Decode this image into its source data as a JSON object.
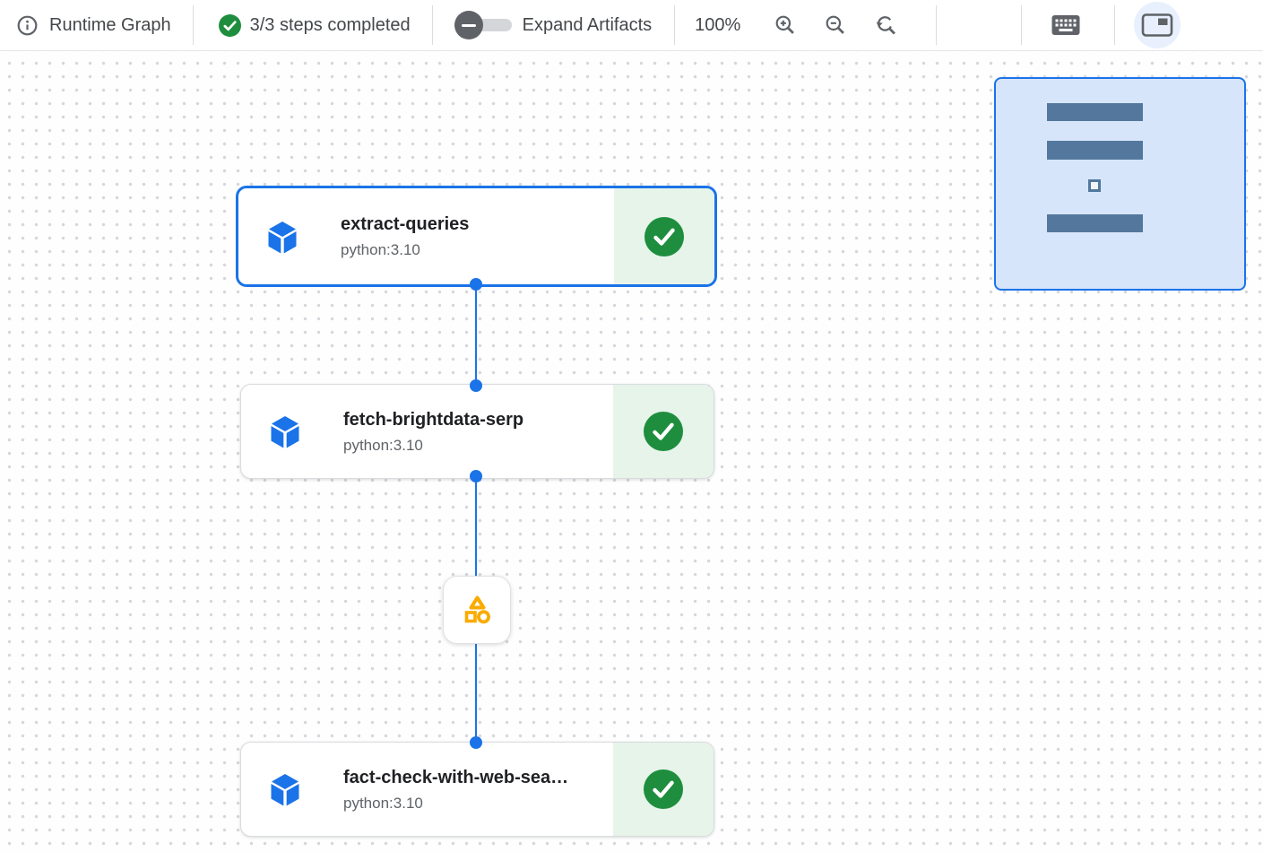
{
  "toolbar": {
    "title": "Runtime Graph",
    "steps_completed": "3/3 steps completed",
    "expand_artifacts_label": "Expand Artifacts",
    "expand_artifacts_state": "off",
    "zoom_percent": "100%"
  },
  "graph": {
    "nodes": [
      {
        "title": "extract-queries",
        "subtitle": "python:3.10",
        "status": "completed",
        "selected": true
      },
      {
        "title": "fetch-brightdata-serp",
        "subtitle": "python:3.10",
        "status": "completed",
        "selected": false
      },
      {
        "title": "fact-check-with-web-sea…",
        "subtitle": "python:3.10",
        "status": "completed",
        "selected": false
      }
    ],
    "artifact_group": {
      "icon": "artifact-shapes-icon",
      "expanded": false
    }
  },
  "minimap": {
    "visible": true,
    "node_bars": 3,
    "artifact_marker": true
  },
  "colors": {
    "accent_blue": "#1a73e8",
    "success_green": "#1e8e3e",
    "success_bg": "#e6f4ea",
    "artifact_amber": "#f9ab00",
    "icon_gray": "#5f6368",
    "minimap_bar": "#54789d",
    "minimap_bg": "#d7e5fa"
  }
}
